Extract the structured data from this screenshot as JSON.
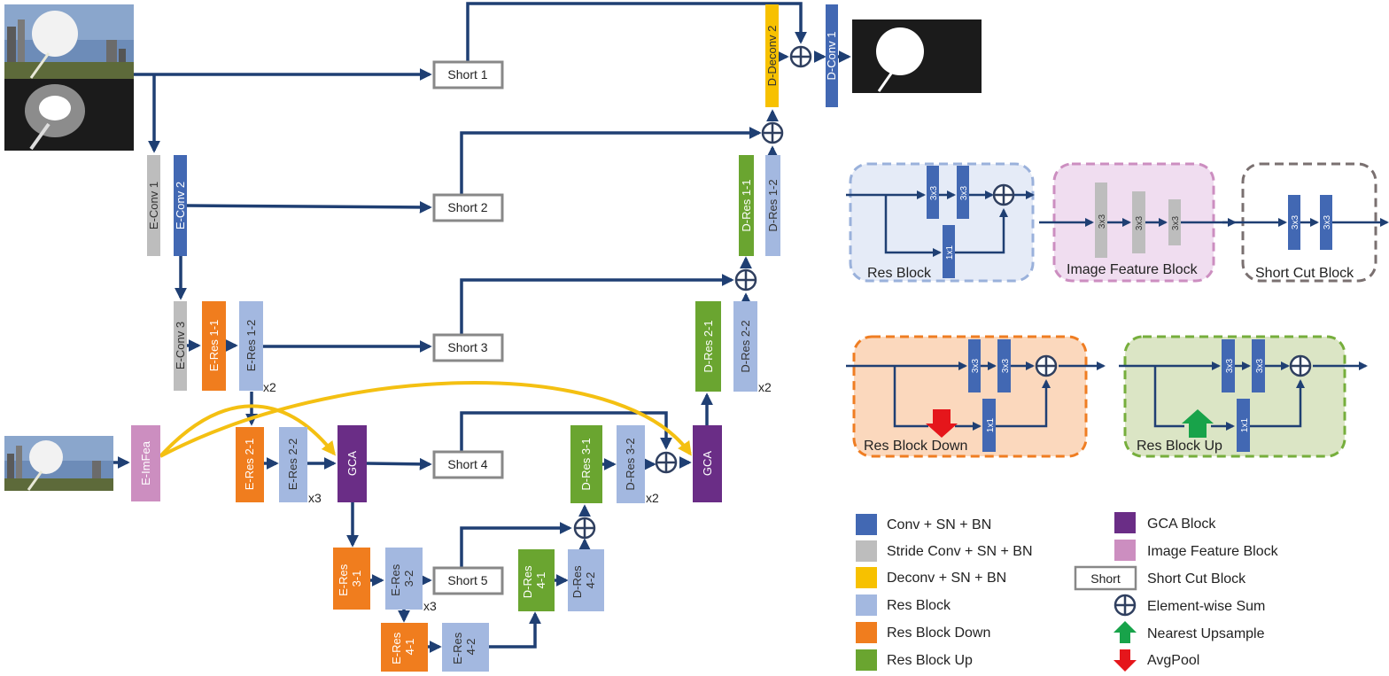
{
  "colors": {
    "conv": "#4268b3",
    "stride": "#bdbdbd",
    "deconv": "#f7c100",
    "res": "#a3b8e0",
    "res_down": "#f07d1e",
    "res_up": "#6aa530",
    "gca": "#6a2d86",
    "imfea": "#cc8ec0",
    "arrow": "#1f3f73",
    "attention": "#f4c012"
  },
  "blocks": {
    "e_conv1": "E-Conv 1",
    "e_conv2": "E-Conv 2",
    "e_conv3": "E-Conv 3",
    "e_res11": "E-Res 1-1",
    "e_res12": "E-Res 1-2",
    "e_res21": "E-Res 2-1",
    "e_res22": "E-Res 2-2",
    "e_res31_a": "E-Res",
    "e_res31_b": "3-1",
    "e_res32_a": "E-Res",
    "e_res32_b": "3-2",
    "e_res41_a": "E-Res",
    "e_res41_b": "4-1",
    "e_res42_a": "E-Res",
    "e_res42_b": "4-2",
    "e_imfea": "E-ImFea",
    "gca": "GCA",
    "d_deconv2": "D-Deconv 2",
    "d_conv1": "D-Conv 1",
    "d_res11": "D-Res 1-1",
    "d_res12": "D-Res 1-2",
    "d_res21": "D-Res 2-1",
    "d_res22": "D-Res 2-2",
    "d_res31": "D-Res 3-1",
    "d_res32": "D-Res 3-2",
    "d_res41_a": "D-Res",
    "d_res41_b": "4-1",
    "d_res42_a": "D-Res",
    "d_res42_b": "4-2"
  },
  "shortcuts": [
    "Short 1",
    "Short 2",
    "Short 3",
    "Short 4",
    "Short 5"
  ],
  "multipliers": {
    "e_res1": "x2",
    "e_res2": "x3",
    "e_res3": "x3",
    "d_res2": "x2",
    "d_res3": "x2"
  },
  "insets": {
    "res_block": "Res Block",
    "image_feature_block": "Image Feature Block",
    "short_cut_block": "Short Cut Block",
    "res_block_down": "Res Block Down",
    "res_block_up": "Res Block Up",
    "kernel_3x3": "3x3",
    "kernel_1x1": "1x1"
  },
  "legend": {
    "conv": "Conv + SN + BN",
    "stride": "Stride Conv + SN + BN",
    "deconv": "Deconv + SN + BN",
    "res": "Res Block",
    "res_down": "Res Block Down",
    "res_up": "Res Block Up",
    "gca": "GCA Block",
    "imfea": "Image Feature Block",
    "short_box": "Short",
    "short_cut": "Short Cut Block",
    "sum": "Element-wise Sum",
    "upsample": "Nearest Upsample",
    "avgpool": "AvgPool"
  }
}
